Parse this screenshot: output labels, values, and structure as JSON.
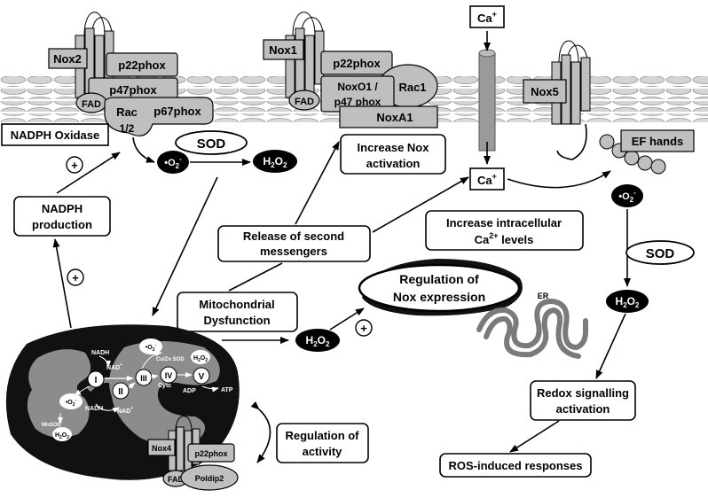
{
  "complex1": {
    "nox2": "Nox2",
    "p22phox": "p22phox",
    "p47phox": "p47phox",
    "fad": "FAD",
    "rac": "Rac",
    "rac_sub": "1/2",
    "p67phox": "p67phox",
    "label": "NADPH Oxidase"
  },
  "complex2": {
    "nox1": "Nox1",
    "p22phox": "p22phox",
    "noxo1_line1": "NoxO1 /",
    "noxo1_line2": "p47 phox",
    "rac1": "Rac1",
    "fad": "FAD",
    "noxa1": "NoxA1"
  },
  "complex3": {
    "nox5": "Nox5",
    "ef_hands": "EF hands"
  },
  "calcium": {
    "ca_top": "Ca",
    "ca_top_sup": "+",
    "ca_mid": "Ca",
    "ca_mid_sup": "+"
  },
  "species": {
    "superoxide_dot": "•O",
    "superoxide_sub": "2",
    "superoxide_sup": "-",
    "h2o2_h": "H",
    "h2o2_sub1": "2",
    "h2o2_o": "O",
    "h2o2_sub2": "2",
    "sod": "SOD"
  },
  "boxes": {
    "nadph_production_1": "NADPH",
    "nadph_production_2": "production",
    "increase_nox_1": "Increase Nox",
    "increase_nox_2": "activation",
    "second_messengers_1": "Release of second",
    "second_messengers_2": "messengers",
    "increase_ca_1": "Increase  intracellular",
    "increase_ca_2a": "Ca",
    "increase_ca_sup": "2+",
    "increase_ca_2b": " levels",
    "mito_dysfunction_1": "Mitochondrial",
    "mito_dysfunction_2": "Dysfunction",
    "regulation_expr_1": "Regulation of",
    "regulation_expr_2": "Nox expression",
    "regulation_activity_1": "Regulation of",
    "regulation_activity_2": "activity",
    "redox_1": "Redox signalling",
    "redox_2": "activation",
    "ros_responses": "ROS-induced responses",
    "er": "ER",
    "plus": "+"
  },
  "mitochondrion": {
    "nadh_a": "NADH",
    "nad_a": "NAD",
    "nad_a_sup": "+",
    "complex_I": "I",
    "complex_II": "II",
    "complex_III": "III",
    "complex_IV": "IV",
    "complex_V": "V",
    "nadh_b": "NADH",
    "nad_b": "NAD",
    "nad_b_sup": "+",
    "cytc": "Cytc",
    "adp": "ADP",
    "atp": "ATP",
    "cuzn_sod": "Cu/Zn SOD",
    "mnsod": "MnSOD",
    "nox4": "Nox4",
    "p22phox": "p22phox",
    "fad": "FAD",
    "poldip2": "Poldip2"
  }
}
